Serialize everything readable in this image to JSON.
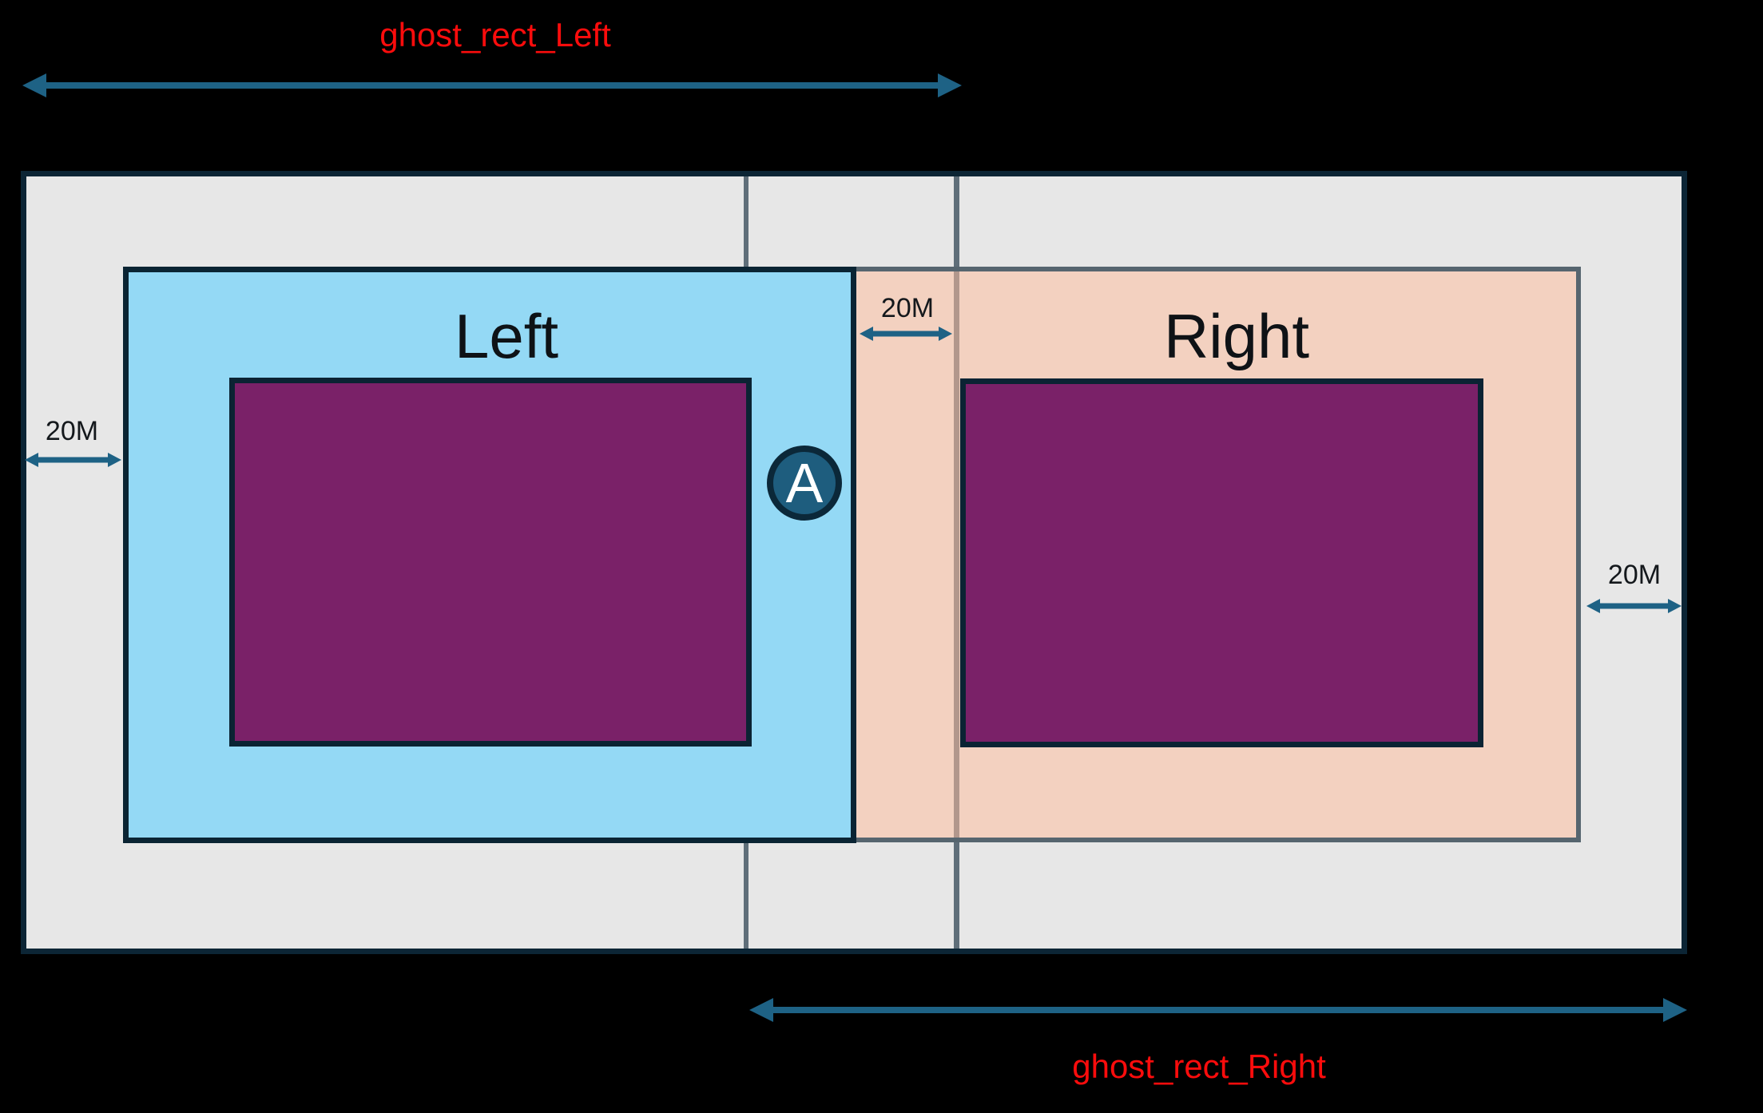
{
  "diagram": {
    "top_annotation": {
      "label": "ghost_rect_Left"
    },
    "bottom_annotation": {
      "label": "ghost_rect_Right"
    },
    "zones": {
      "left": {
        "label": "Left"
      },
      "right": {
        "label": "Right"
      }
    },
    "anchor_badge": {
      "letter": "A"
    },
    "dimensions": {
      "left_margin": "20M",
      "middle_gap": "20M",
      "right_margin": "20M"
    },
    "colors": {
      "background": "#000000",
      "bounding_area_fill": "#e7e7e7",
      "bounding_border": "#0c2535",
      "left_zone_fill": "#94d9f5",
      "left_zone_border": "#0a2433",
      "right_zone_fill": "#f3d1c0",
      "right_zone_border": "#56656f",
      "inner_rect_fill": "#7a2168",
      "ghost_edge_line": "#5f6e79",
      "arrow_teal": "#1e6285",
      "annotation_red": "#fb0c0c",
      "badge_fill": "#1e5d7e",
      "badge_ring": "#0b2839"
    }
  }
}
